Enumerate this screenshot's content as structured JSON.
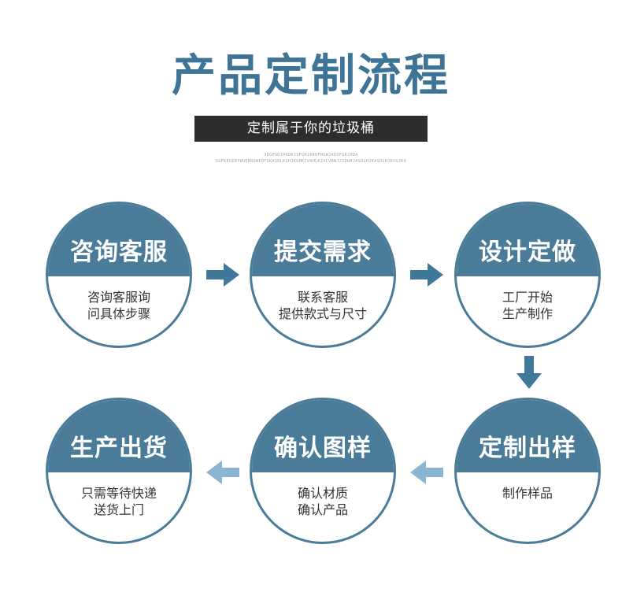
{
  "header": {
    "title": "产品定制流程",
    "subtitle": "定制属于你的垃圾桶",
    "fine_print_line1": "SDGHSDJHKDKJSFGHJAKDFHGWJADSFGKJHDA",
    "fine_print_line2": "SGFKEUIRYWUERRQWEDFGKASDLKGHJKGHKCVAHLKZXCVBNJZSDGHJASDGHJKASDGHJKSGJKH"
  },
  "colors": {
    "accent": "#4a7c9a",
    "title": "#3e7597",
    "arrow_dark": "#3f7899",
    "arrow_light": "#8bb6d3",
    "banner_bg": "#2d2d2d"
  },
  "steps": [
    {
      "title": "咨询客服",
      "desc_line1": "咨询客服询",
      "desc_line2": "问具体步骤"
    },
    {
      "title": "提交需求",
      "desc_line1": "联系客服",
      "desc_line2": "提供款式与尺寸"
    },
    {
      "title": "设计定做",
      "desc_line1": "工厂开始",
      "desc_line2": "生产制作"
    },
    {
      "title": "定制出样",
      "desc_line1": "制作样品",
      "desc_line2": ""
    },
    {
      "title": "确认图样",
      "desc_line1": "确认材质",
      "desc_line2": "确认产品"
    },
    {
      "title": "生产出货",
      "desc_line1": "只需等待快递",
      "desc_line2": "送货上门"
    }
  ],
  "arrows": [
    {
      "from": "咨询客服",
      "to": "提交需求",
      "direction": "right"
    },
    {
      "from": "提交需求",
      "to": "设计定做",
      "direction": "right"
    },
    {
      "from": "设计定做",
      "to": "定制出样",
      "direction": "down"
    },
    {
      "from": "定制出样",
      "to": "确认图样",
      "direction": "left"
    },
    {
      "from": "确认图样",
      "to": "生产出货",
      "direction": "left"
    }
  ]
}
